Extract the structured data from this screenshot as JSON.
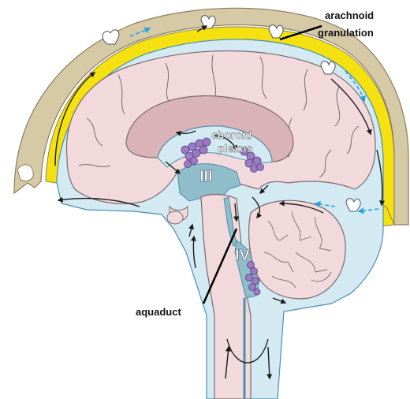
{
  "labels": {
    "arachnoid_line1": "arachnoid",
    "arachnoid_line2": "granulation",
    "choroid_line1": "choroid",
    "choroid_line2": "plexus",
    "ventricle_3": "III",
    "ventricle_4": "IV",
    "aquaduct": "aquaduct"
  },
  "colors": {
    "skull": "#d6c9a6",
    "csf": "#d4eaf3",
    "csf_outline": "#4a8fb0",
    "brain": "#f2d9dc",
    "brain_outline": "#7a6a6c",
    "corpus_callosum": "#d9b3b8",
    "ventricle": "#8fbdc9",
    "sinus": "#f4e10f",
    "choroid": "#9b7bc4",
    "flow_arrow": "#1a1a1a",
    "blood_flow_arrow": "#2aa3d9"
  }
}
